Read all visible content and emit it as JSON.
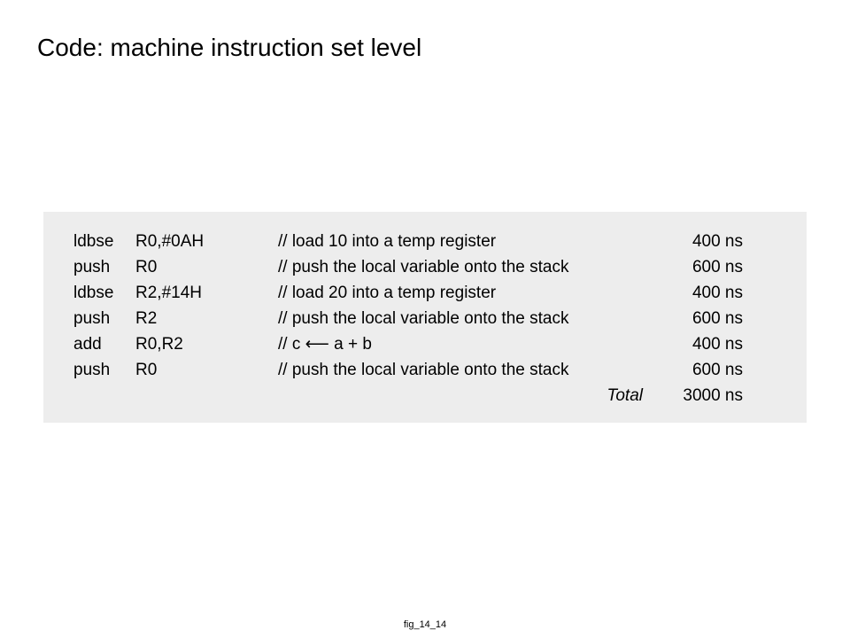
{
  "title": "Code: machine instruction set level",
  "code": {
    "rows": [
      {
        "op": "ldbse",
        "args": "R0,#0AH",
        "comment": "// load 10 into a temp register",
        "time": "400 ns"
      },
      {
        "op": "push",
        "args": "R0",
        "comment": "// push the local variable onto the stack",
        "time": "600 ns"
      },
      {
        "op": "ldbse",
        "args": "R2,#14H",
        "comment": "// load 20 into a temp register",
        "time": "400 ns"
      },
      {
        "op": "push",
        "args": "R2",
        "comment": "// push the local variable onto the stack",
        "time": "600 ns"
      },
      {
        "op": "add",
        "args": "R0,R2",
        "comment": "// c ⟵ a + b",
        "time": "400 ns"
      },
      {
        "op": "push",
        "args": "R0",
        "comment": "// push the local variable onto the stack",
        "time": "600 ns"
      }
    ],
    "total_label": "Total",
    "total_value": "3000 ns"
  },
  "caption": "fig_14_14"
}
